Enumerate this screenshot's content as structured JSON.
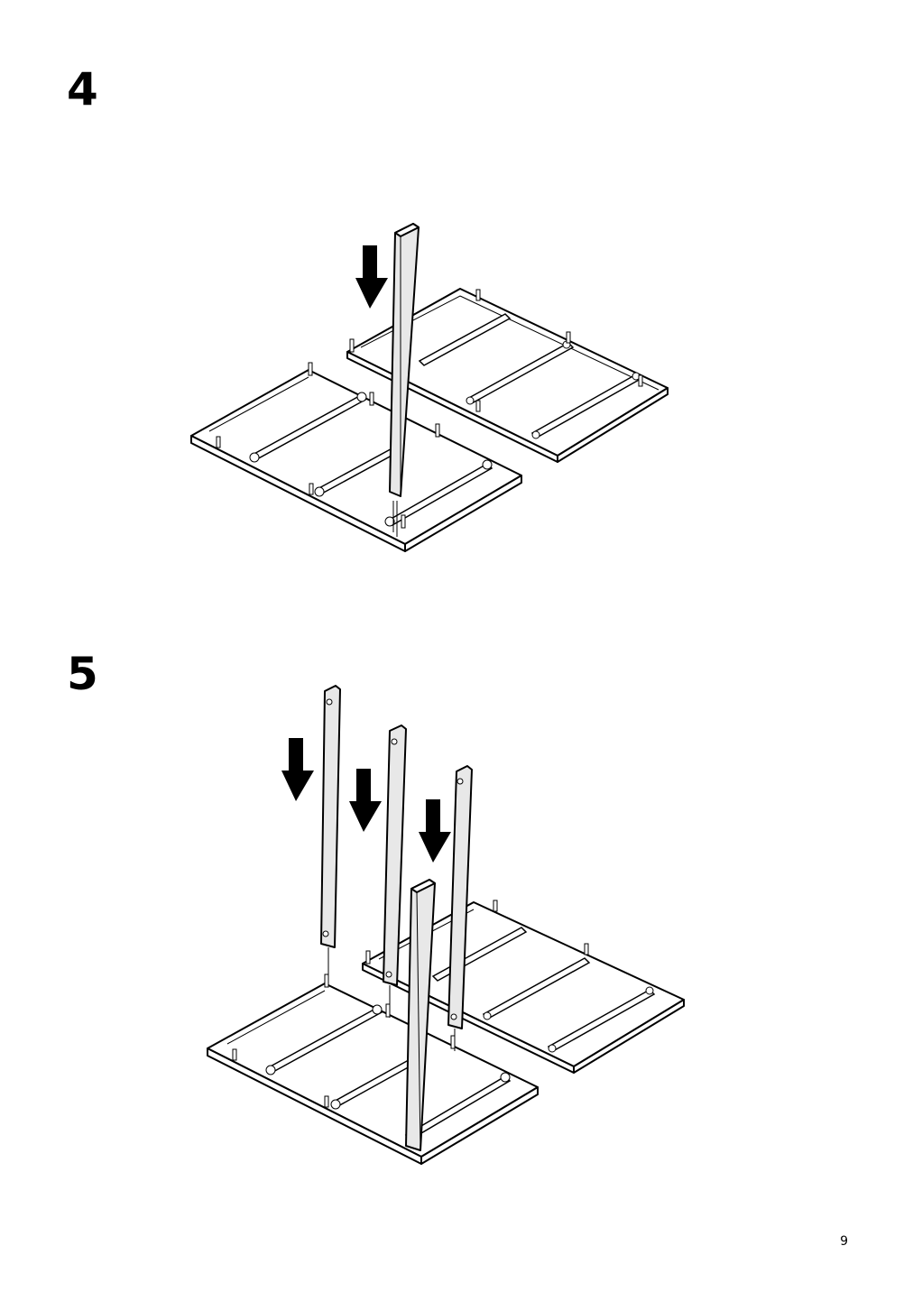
{
  "steps": [
    {
      "number": "4"
    },
    {
      "number": "5"
    }
  ],
  "page_number": "9"
}
